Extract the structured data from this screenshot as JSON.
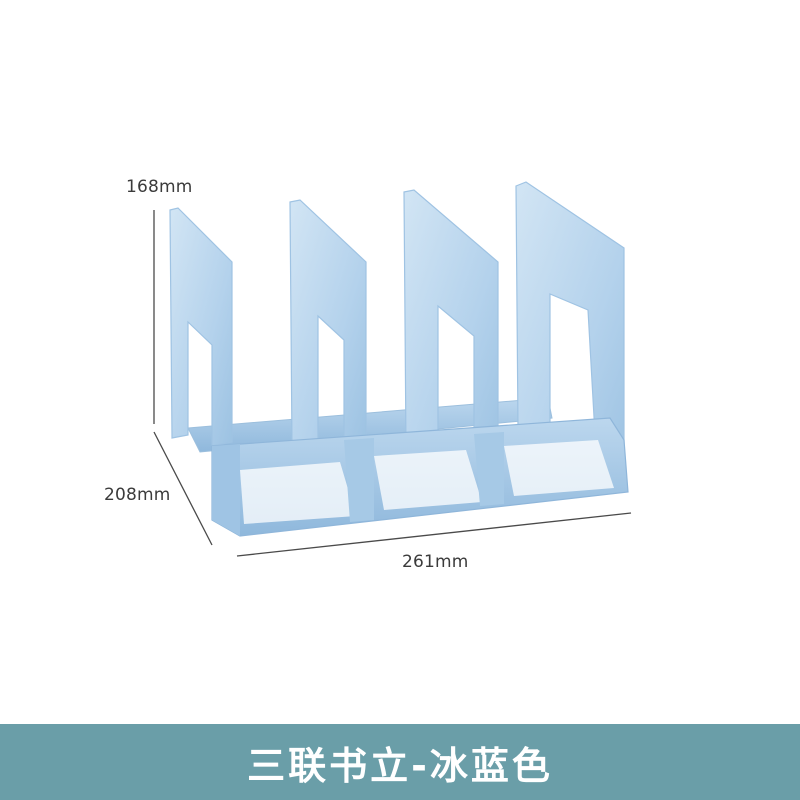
{
  "product": {
    "dimensions": {
      "height": "168mm",
      "depth": "208mm",
      "width": "261mm"
    },
    "caption": "三联书立-冰蓝色"
  },
  "colors": {
    "plastic_light": "#c8def0",
    "plastic_mid": "#a9cbe8",
    "plastic_dark": "#8fb8dc",
    "dimension_line": "#4a4a4a",
    "banner": "#6a9ea8",
    "banner_text": "#ffffff"
  }
}
